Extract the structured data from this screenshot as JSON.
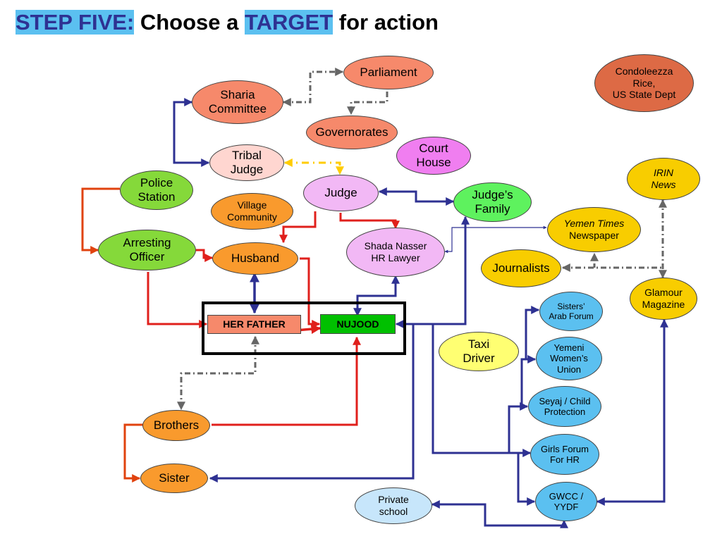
{
  "title": {
    "part1": "STEP FIVE:",
    "part2": " Choose a ",
    "part3": "TARGET",
    "part4": " for action"
  },
  "nodes": {
    "parliament": "Parliament",
    "sharia_line1": "Sharia",
    "sharia_line2": "Committee",
    "governorates": "Governorates",
    "condi_line1": "Condoleezza",
    "condi_line2": "Rice,",
    "condi_line3": "US State Dept",
    "tribal_line1": "Tribal",
    "tribal_line2": "Judge",
    "court_line1": "Court",
    "court_line2": "House",
    "irin_line1": "IRIN",
    "irin_line2": "News",
    "police_line1": "Police",
    "police_line2": "Station",
    "judge": "Judge",
    "judges_family_line1": "Judge’s",
    "judges_family_line2": "Family",
    "village_line1": "Village",
    "village_line2": "Community",
    "yemen_times_line1": "Yemen Times",
    "yemen_times_line2": "Newspaper",
    "arresting_line1": "Arresting",
    "arresting_line2": "Officer",
    "husband": "Husband",
    "shada_line1": "Shada Nasser",
    "shada_line2": "HR Lawyer",
    "journalists": "Journalists",
    "glamour_line1": "Glamour",
    "glamour_line2": "Magazine",
    "sisters_arab_line1": "Sisters’",
    "sisters_arab_line2": "Arab Forum",
    "her_father": "HER FATHER",
    "nujood": "NUJOOD",
    "taxi_line1": "Taxi",
    "taxi_line2": "Driver",
    "yemeni_women_line1": "Yemeni",
    "yemeni_women_line2": "Women’s",
    "yemeni_women_line3": "Union",
    "seyaj_line1": "Seyaj / Child",
    "seyaj_line2": "Protection",
    "brothers": "Brothers",
    "girls_forum_line1": "Girls Forum",
    "girls_forum_line2": "For HR",
    "sister": "Sister",
    "gwcc_line1": "GWCC /",
    "gwcc_line2": "YYDF",
    "private_school_line1": "Private",
    "private_school_line2": "school"
  },
  "colors": {
    "title_blue": "#2e3192",
    "arrow_blue": "#2e3192",
    "arrow_red": "#e0201c",
    "arrow_grey": "#666666",
    "arrow_yellow": "#ffcc00",
    "arrow_orange": "#e0420e"
  }
}
